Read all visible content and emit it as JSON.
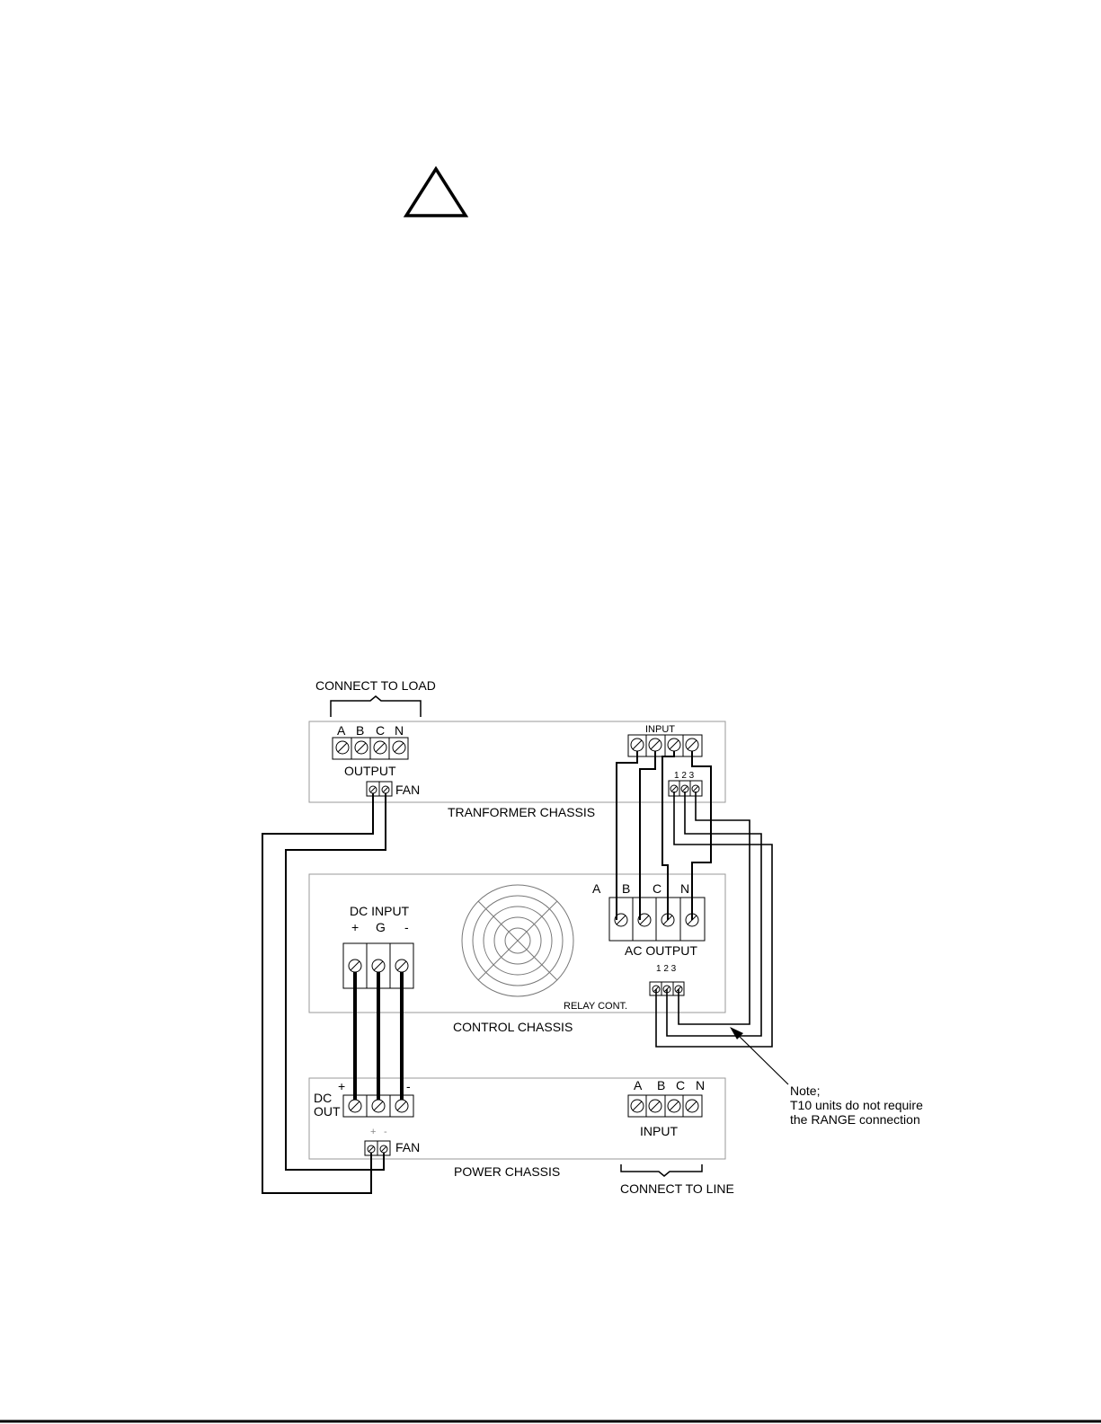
{
  "warning_icon": "warning-triangle-icon",
  "labels": {
    "connect_to_load": "CONNECT TO LOAD",
    "connect_to_line": "CONNECT TO LINE",
    "transformer_chassis": "TRANFORMER CHASSIS",
    "control_chassis": "CONTROL CHASSIS",
    "power_chassis": "POWER CHASSIS",
    "output": "OUTPUT",
    "input": "INPUT",
    "input_power": "INPUT",
    "fan": "FAN",
    "fan_power": "FAN",
    "dc_input": "DC INPUT",
    "ac_output": "AC OUTPUT",
    "relay_cont": "RELAY CONT.",
    "dc": "DC",
    "out": "OUT",
    "relay_nums_top": "1 2 3",
    "relay_nums_ctrl": "1 2 3",
    "note_title": "Note;",
    "note_line1": "T10 units do not require",
    "note_line2": "the RANGE connection"
  },
  "output_terminals": [
    "A",
    "B",
    "C",
    "N"
  ],
  "ac_output_terminals": [
    "A",
    "B",
    "C",
    "N"
  ],
  "power_input_terminals": [
    "A",
    "B",
    "C",
    "N"
  ],
  "dc_input_terminals": [
    "+",
    "G",
    "-"
  ],
  "dc_out_signs": [
    "+",
    "-"
  ],
  "fan_power_signs": [
    "+",
    "-"
  ]
}
